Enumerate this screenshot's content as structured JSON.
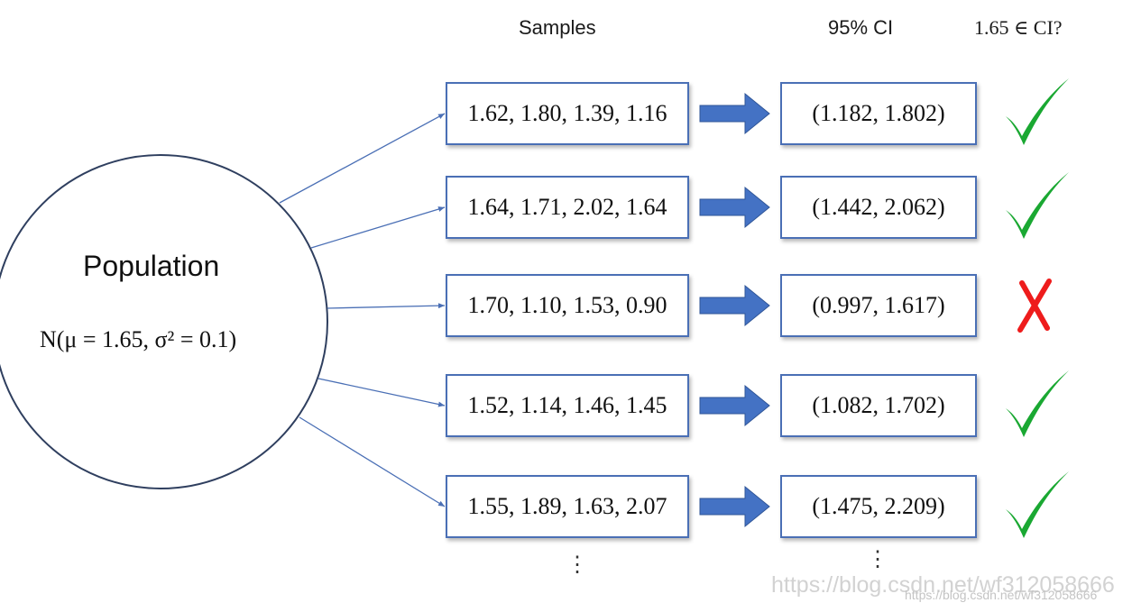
{
  "headers": {
    "samples": "Samples",
    "ci": "95% CI",
    "contains": "1.65 ∈ CI?"
  },
  "population": {
    "label": "Population",
    "formula": "N(μ = 1.65, σ² = 0.1)"
  },
  "rows": [
    {
      "sample": "1.62, 1.80, 1.39, 1.16",
      "ci": "(1.182, 1.802)",
      "contains": true
    },
    {
      "sample": "1.64, 1.71, 2.02, 1.64",
      "ci": "(1.442, 2.062)",
      "contains": true
    },
    {
      "sample": "1.70, 1.10, 1.53, 0.90",
      "ci": "(0.997, 1.617)",
      "contains": false
    },
    {
      "sample": "1.52, 1.14, 1.46, 1.45",
      "ci": "(1.082, 1.702)",
      "contains": true
    },
    {
      "sample": "1.55, 1.89, 1.63, 2.07",
      "ci": "(1.475, 2.209)",
      "contains": true
    }
  ],
  "ellipsis": "⋮",
  "watermark": {
    "large": "https://blog.csdn.net/wf312058666",
    "small": "https://blog.csdn.net/wf312058666"
  },
  "icons": {
    "check": "check-icon",
    "cross": "cross-icon",
    "arrow": "block-arrow-icon"
  },
  "colors": {
    "box_border": "#4a6fb5",
    "arrow_fill": "#4472c4",
    "connector": "#4a6fb5",
    "circle_stroke": "#2f3f5f",
    "check": "#1aa832",
    "cross": "#ee1c1c"
  }
}
